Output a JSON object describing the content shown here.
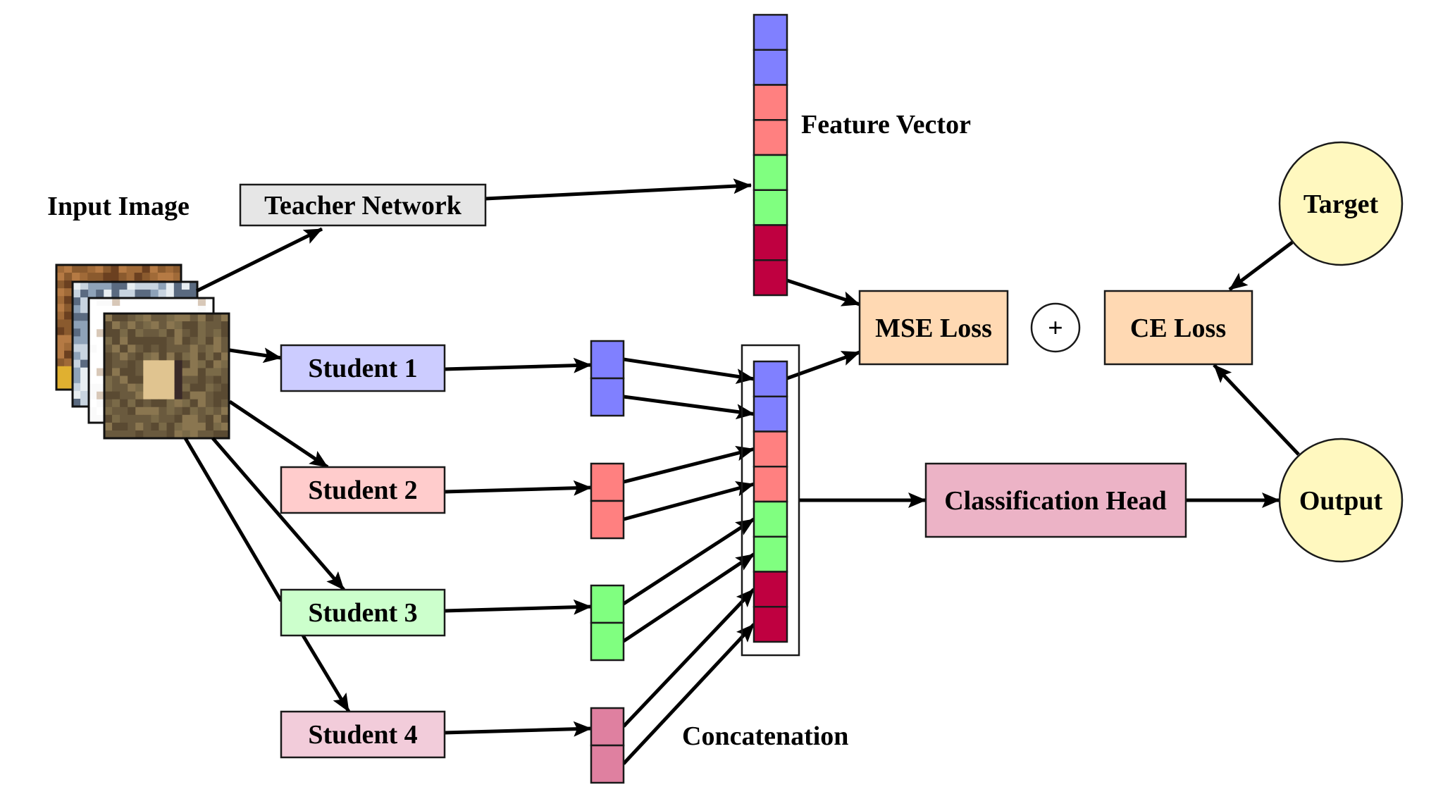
{
  "title": "Multi-student knowledge distillation architecture",
  "colors": {
    "teacher_fill": "#E6E6E6",
    "student1_fill": "#CCCCFF",
    "student2_fill": "#FFCCCC",
    "student3_fill": "#CCFFCC",
    "student4_fill": "#F2CCDA",
    "loss_fill": "#FFD9B3",
    "head_fill": "#ECB3C6",
    "circle_fill": "#FFF8BF",
    "feat_blue": "#8080FF",
    "feat_red": "#FF8080",
    "feat_green": "#80FF80",
    "feat_crimson": "#BF0040",
    "feat_pink": "#DF80A0"
  },
  "labels": {
    "input_image": "Input Image",
    "teacher": "Teacher Network",
    "feature_vector": "Feature Vector",
    "mse_loss": "MSE Loss",
    "plus": "+",
    "ce_loss": "CE Loss",
    "target": "Target",
    "output": "Output",
    "classification_head": "Classification Head",
    "concatenation": "Concatenation"
  },
  "students": [
    {
      "label": "Student 1",
      "fill_key": "student1_fill",
      "vector_key": "feat_blue"
    },
    {
      "label": "Student 2",
      "fill_key": "student2_fill",
      "vector_key": "feat_red"
    },
    {
      "label": "Student 3",
      "fill_key": "student3_fill",
      "vector_key": "feat_green"
    },
    {
      "label": "Student 4",
      "fill_key": "student4_fill",
      "vector_key": "feat_pink"
    }
  ],
  "teacher_feature_vector": [
    "feat_blue",
    "feat_blue",
    "feat_red",
    "feat_red",
    "feat_green",
    "feat_green",
    "feat_crimson",
    "feat_crimson"
  ],
  "concatenated_vector": [
    "feat_blue",
    "feat_blue",
    "feat_red",
    "feat_red",
    "feat_green",
    "feat_green",
    "feat_crimson",
    "feat_crimson"
  ],
  "input_images": [
    "image-1-brown",
    "image-2-bluegray",
    "image-3-white",
    "image-4-deer"
  ]
}
